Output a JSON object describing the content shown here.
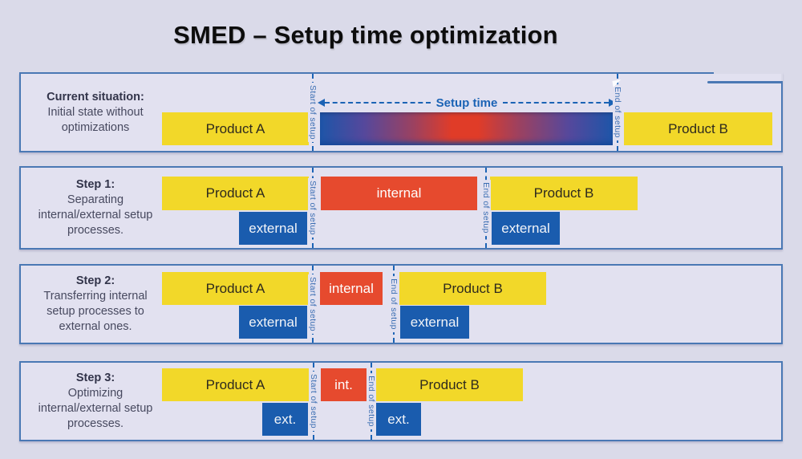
{
  "title": "SMED – Setup time optimization",
  "colors": {
    "page_bg": "#dadae9",
    "panel_bg": "#e2e1f0",
    "panel_border": "#4a78b4",
    "yellow": "#f2d829",
    "red": "#e64a2e",
    "blue": "#1a5cae",
    "accent_blue": "#1b63b5",
    "title_text": "#0d0d0d",
    "heading_text": "#32344a",
    "body_text": "#47495f",
    "product_text": "#2e2a1e",
    "gradient_blue": "#1e55a8",
    "gradient_red": "#e03c28"
  },
  "panels": [
    {
      "heading": "Current situation:",
      "lines": [
        "Initial state without",
        "optimizations"
      ],
      "product_a": "Product A",
      "product_b": "Product B",
      "setup_time": "Setup time",
      "start_label": "Start of setup",
      "end_label": "End of setup"
    },
    {
      "heading": "Step 1:",
      "lines": [
        "Separating",
        "internal/external setup",
        "processes."
      ],
      "product_a": "Product A",
      "product_b": "Product B",
      "internal": "internal",
      "external_left": "external",
      "external_right": "external",
      "start_label": "Start of setup",
      "end_label": "End of setup"
    },
    {
      "heading": "Step 2:",
      "lines": [
        "Transferring internal",
        "setup processes to",
        "external ones."
      ],
      "product_a": "Product A",
      "product_b": "Product B",
      "internal": "internal",
      "external_left": "external",
      "external_right": "external",
      "start_label": "Start of setup",
      "end_label": "End of setup"
    },
    {
      "heading": "Step 3:",
      "lines": [
        "Optimizing",
        "internal/external setup",
        "processes."
      ],
      "product_a": "Product A",
      "product_b": "Product B",
      "internal": "int.",
      "external_left": "ext.",
      "external_right": "ext.",
      "start_label": "Start of setup",
      "end_label": "End of setup"
    }
  ]
}
